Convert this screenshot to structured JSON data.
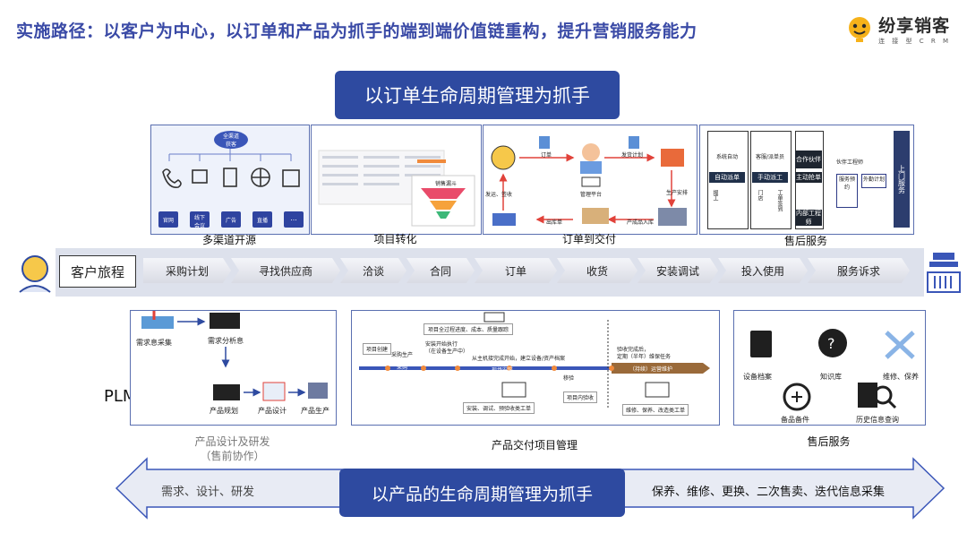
{
  "title": "实施路径：以客户为中心，以订单和产品为抓手的端到端价值链重构，提升营销服务能力",
  "logo": {
    "name": "纷享销客",
    "sub": "连 接 型 C R M"
  },
  "top_banner": "以订单生命周期管理为抓手",
  "panels": {
    "multichannel": {
      "caption": "多渠道开源",
      "center": "全渠道\n获客",
      "channels": [
        "官网",
        "线下\n会议",
        "广告",
        "直播",
        "..."
      ]
    },
    "project": {
      "caption": "项目转化",
      "chart_label": "销售漏斗"
    },
    "order": {
      "caption": "订单到交付",
      "labels": [
        "订单",
        "发货计划",
        "生产安排",
        "产成品入库",
        "出库单",
        "管理平台",
        "发运、签收"
      ]
    },
    "after_sales": {
      "caption": "售后服务",
      "roles": [
        "系统自动",
        "客服/派单员",
        "合作伙伴",
        "伙伴工程师",
        "内部工程师"
      ],
      "boxes": [
        "自动派单",
        "手动派工",
        "主动抢单",
        "服务预约",
        "外勤计划",
        "上门服务"
      ],
      "side_labels": [
        "报工",
        "门店",
        "工单签到"
      ]
    }
  },
  "journey": {
    "label": "客户旅程",
    "stages": [
      "采购计划",
      "寻找供应商",
      "洽谈",
      "合同",
      "订单",
      "收货",
      "安装调试",
      "投入使用",
      "服务诉求"
    ]
  },
  "plm": {
    "label": "PLM",
    "items": [
      "需求息采集",
      "需求分析息",
      "产品规划",
      "产品设计",
      "产品生产"
    ],
    "caption": "产品设计及研发",
    "caption2": "（售前协作）"
  },
  "delivery": {
    "caption": "产品交付项目管理",
    "notes": [
      "项目全过程进度、成本、质量跟踪",
      "项目创建",
      "安装开始执行",
      "（在设备生产中）",
      "采购生产",
      "从主机接完成开始，建立设备/资产档案",
      "采购",
      "现场安装",
      "验收完成后，",
      "定期（半年）维保任务",
      "移验",
      "项目内验收",
      "（持续）运营维护",
      "安装、调试、预验收类工单",
      "维修、保养、改造类工单"
    ]
  },
  "service": {
    "caption": "售后服务",
    "items": [
      "设备档案",
      "知识库",
      "维修、保养",
      "备品备件",
      "历史信息查询"
    ]
  },
  "bottom": {
    "banner": "以产品的生命周期管理为抓手",
    "left": "需求、设计、研发",
    "right": "保养、维修、更换、二次售卖、迭代信息采集"
  },
  "colors": {
    "accent": "#2e4aa0",
    "title": "#3a4aa6",
    "border": "#5a6fb0"
  }
}
